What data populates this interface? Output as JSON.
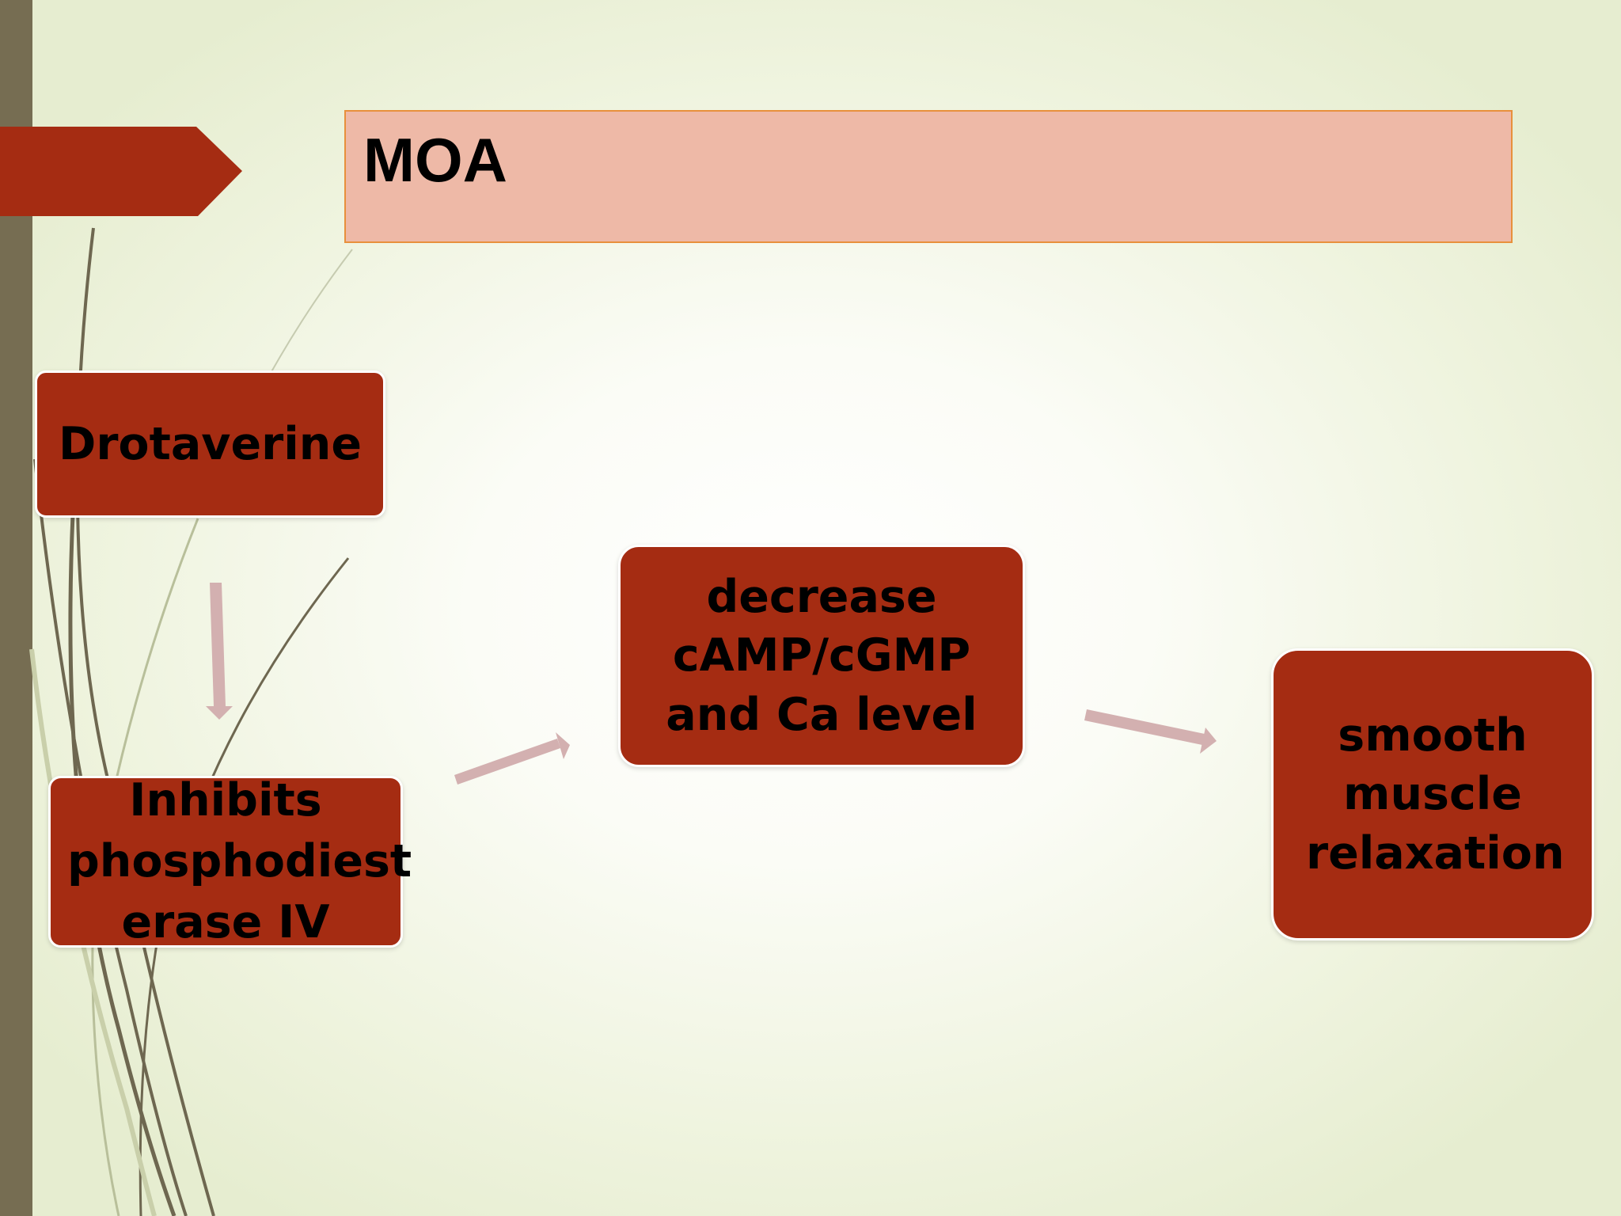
{
  "title": "MOA",
  "nodes": {
    "drotaverine": "Drotaverine",
    "inhibits": "Inhibits phosphodiest erase IV",
    "decrease": "decrease cAMP/cGMP and Ca level",
    "relaxation": "smooth muscle relaxation"
  },
  "colors": {
    "node_fill": "#a52c12",
    "title_fill": "#eeb9a7",
    "title_border": "#e8903c",
    "arrow": "#d3b0b0",
    "left_bar": "#766d52",
    "tab": "#a52c12"
  }
}
